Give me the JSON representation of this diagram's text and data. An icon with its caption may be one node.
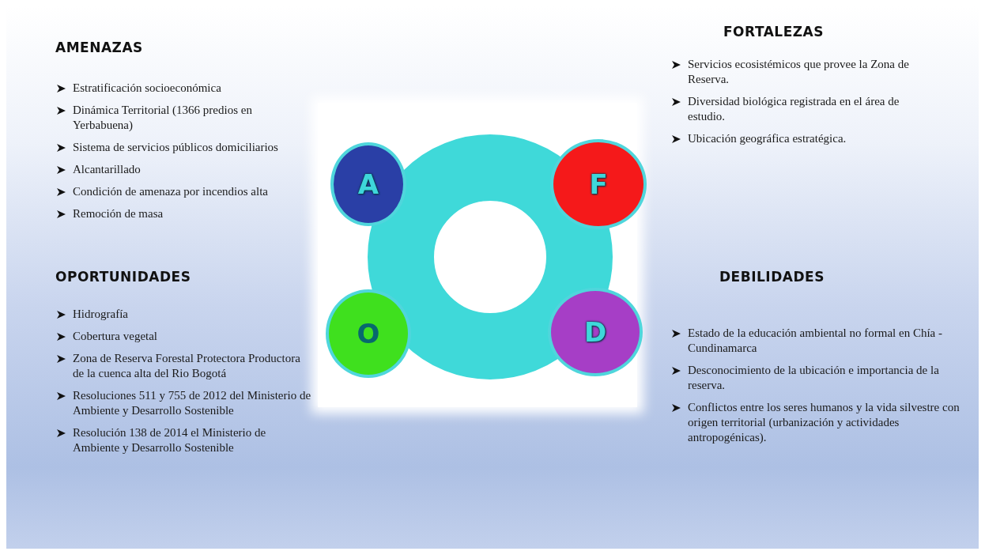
{
  "diagram": {
    "nodes": [
      {
        "text": [],
        "shape": "circle"
      },
      {
        "text": [
          "A"
        ]
      },
      {
        "text": [
          "F"
        ]
      },
      {
        "text": [
          "O"
        ]
      },
      {
        "text": [
          "D"
        ]
      }
    ],
    "labels": [
      "AMENAZAS",
      "Estratificación socioeconómica",
      "Dinámica Territorial (1366 predios en Yerbabuena)",
      "Sistema de servicios públicos domiciliarios",
      "Alcantarillado",
      "Condición de amenaza por incendios alta",
      "Remoción de masa",
      "OPORTUNIDADES",
      "Hidrografía",
      "Cobertura vegetal",
      "Zona de Reserva Forestal Protectora Productora de la cuenca alta del Rio Bogotá",
      "Resoluciones 511 y 755 de 2012 del Ministerio de Ambiente y Desarrollo Sostenible",
      "Resolución 138 de 2014 el Ministerio de Ambiente y Desarrollo Sostenible",
      "FORTALEZAS",
      "Servicios ecosistémicos que provee la Zona de Reserva.",
      "Diversidad biológica registrada en el área de estudio.",
      "Ubicación geográfica estratégica.",
      "DEBILIDADES",
      "Estado de la educación ambiental no formal en Chía - Cundinamarca",
      "Desconocimiento de la ubicación e importancia de la reserva.",
      "Conflictos entre los seres humanos y la vida silvestre con origen territorial (urbanización y actividades antropogénicas)."
    ]
  }
}
